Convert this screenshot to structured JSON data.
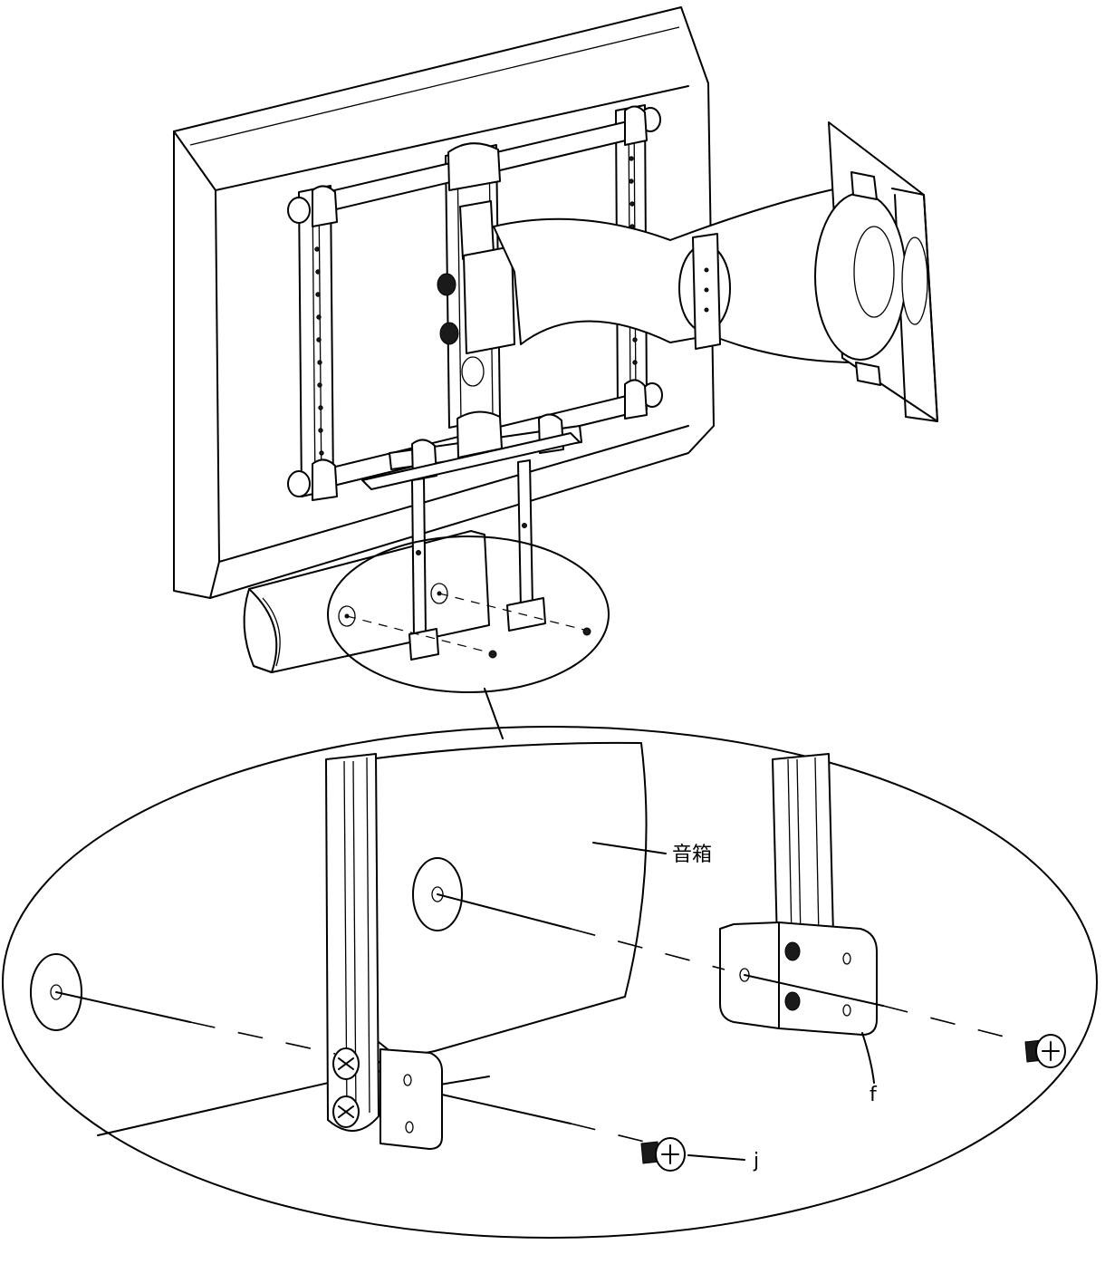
{
  "labels": {
    "speaker": "音箱",
    "bracket": "f",
    "screw": "j"
  }
}
